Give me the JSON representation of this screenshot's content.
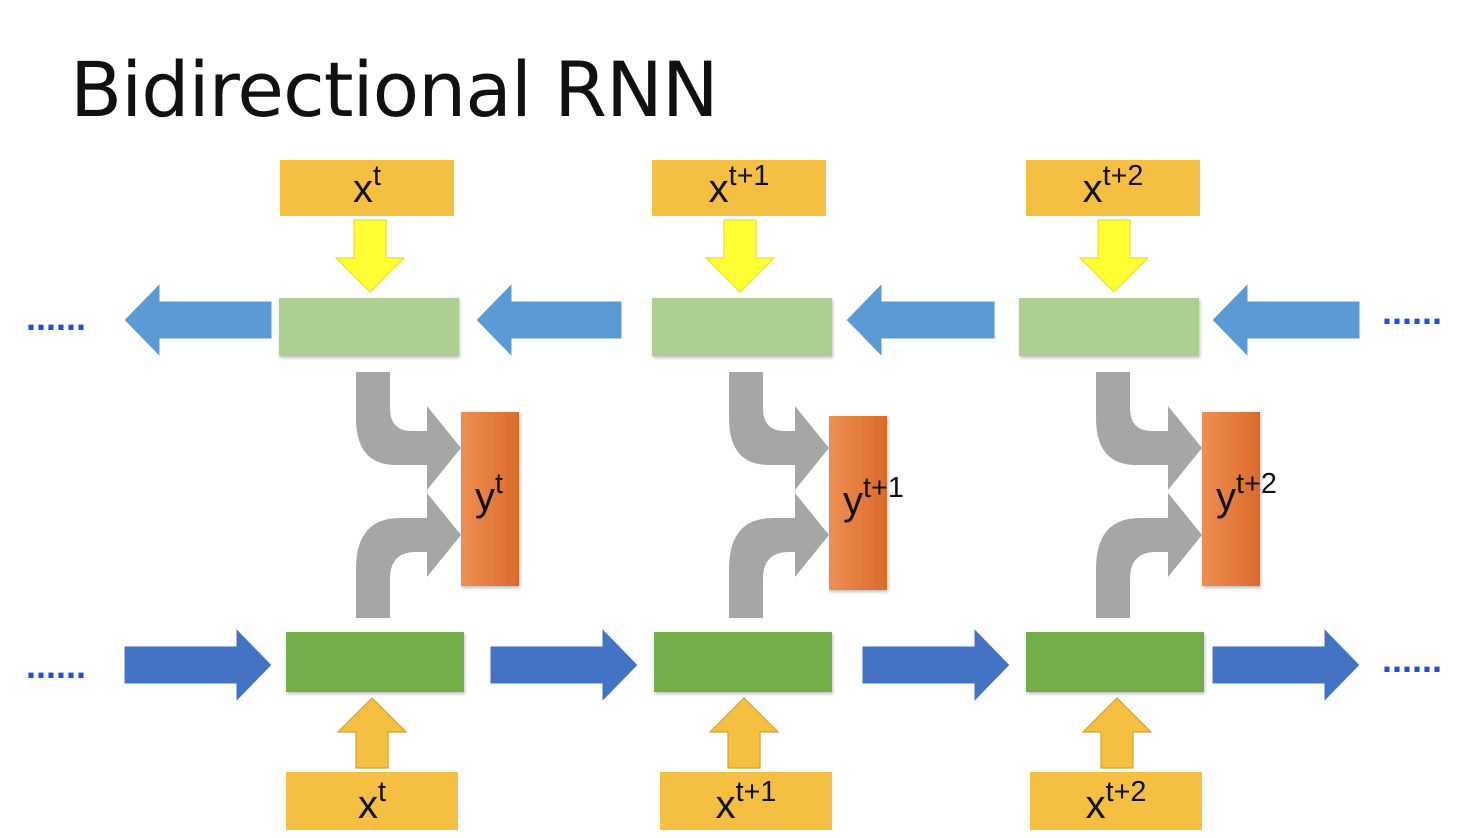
{
  "title": "Bidirectional RNN",
  "ellipsis": "......",
  "steps": [
    {
      "input_top": {
        "base": "x",
        "sup": "t"
      },
      "input_bottom": {
        "base": "x",
        "sup": "t"
      },
      "output": {
        "base": "y",
        "sup": "t"
      }
    },
    {
      "input_top": {
        "base": "x",
        "sup": "t+1"
      },
      "input_bottom": {
        "base": "x",
        "sup": "t+1"
      },
      "output": {
        "base": "y",
        "sup": "t+1"
      }
    },
    {
      "input_top": {
        "base": "x",
        "sup": "t+2"
      },
      "input_bottom": {
        "base": "x",
        "sup": "t+2"
      },
      "output": {
        "base": "y",
        "sup": "t+2"
      }
    }
  ],
  "colors": {
    "input_box": "#F5BF42",
    "yellow_arrow": "#FFFF33",
    "orange_arrow": "#F5BF42",
    "backward_cell": "#AECF92",
    "forward_cell": "#73AE4C",
    "backward_arrow": "#5B9BD5",
    "forward_arrow": "#4472C4",
    "merge_arrow": "#A6A6A6",
    "output_box_light": "#EE8F52",
    "output_box_dark": "#DA6A2A",
    "ellipsis": "#1F4FE0"
  }
}
